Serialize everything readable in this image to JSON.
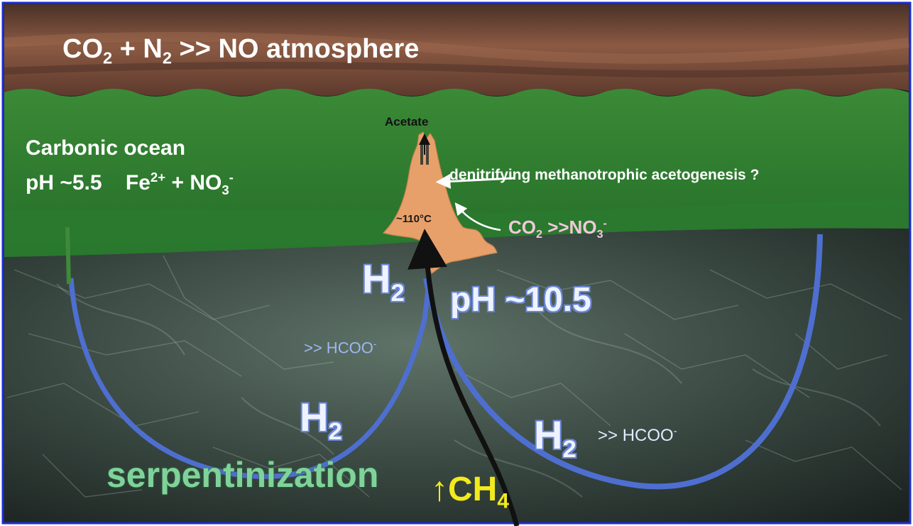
{
  "figure": {
    "atmosphere": {
      "co2": "CO",
      "co2_sub": "2",
      "plus": " + N",
      "n2_sub": "2",
      "rest": " >> NO atmosphere"
    },
    "ocean": {
      "name": "Carbonic ocean",
      "ph": "pH ~5.5",
      "fe": "Fe",
      "fe_charge": "2+",
      "plus_no": " + NO",
      "no3_sub": "3",
      "no3_charge": "-"
    },
    "vent": {
      "product": "Acetate",
      "temperature": "~110°C",
      "process": "denitrifying methanotrophic acetogenesis ?",
      "co2": "CO",
      "co2_sub": "2",
      "gt_no": " >>NO",
      "no3_sub": "3",
      "no3_charge": "-"
    },
    "crust": {
      "h2_symbol": "H",
      "h2_sub": "2",
      "ph": "pH ~10.5",
      "formate_left": ">> HCOO",
      "formate_right": ">> HCOO",
      "formate_charge": "-",
      "process": "serpentinization",
      "methane_arrow": "↑",
      "methane": "CH",
      "methane_sub": "4"
    }
  },
  "colors": {
    "frame": "#1f2fd0",
    "atmosphere": "#5a3a2e",
    "ocean": "#2f7a2f",
    "vent": "#e8a06a",
    "loop": "#4e6fd0",
    "methane_arrow": "#111111",
    "serpentinization_text": "#7fd39a",
    "methane_text": "#f2ea1c"
  },
  "icons": [
    "hydrothermal-vent-icon",
    "flow-arrow-icon"
  ]
}
